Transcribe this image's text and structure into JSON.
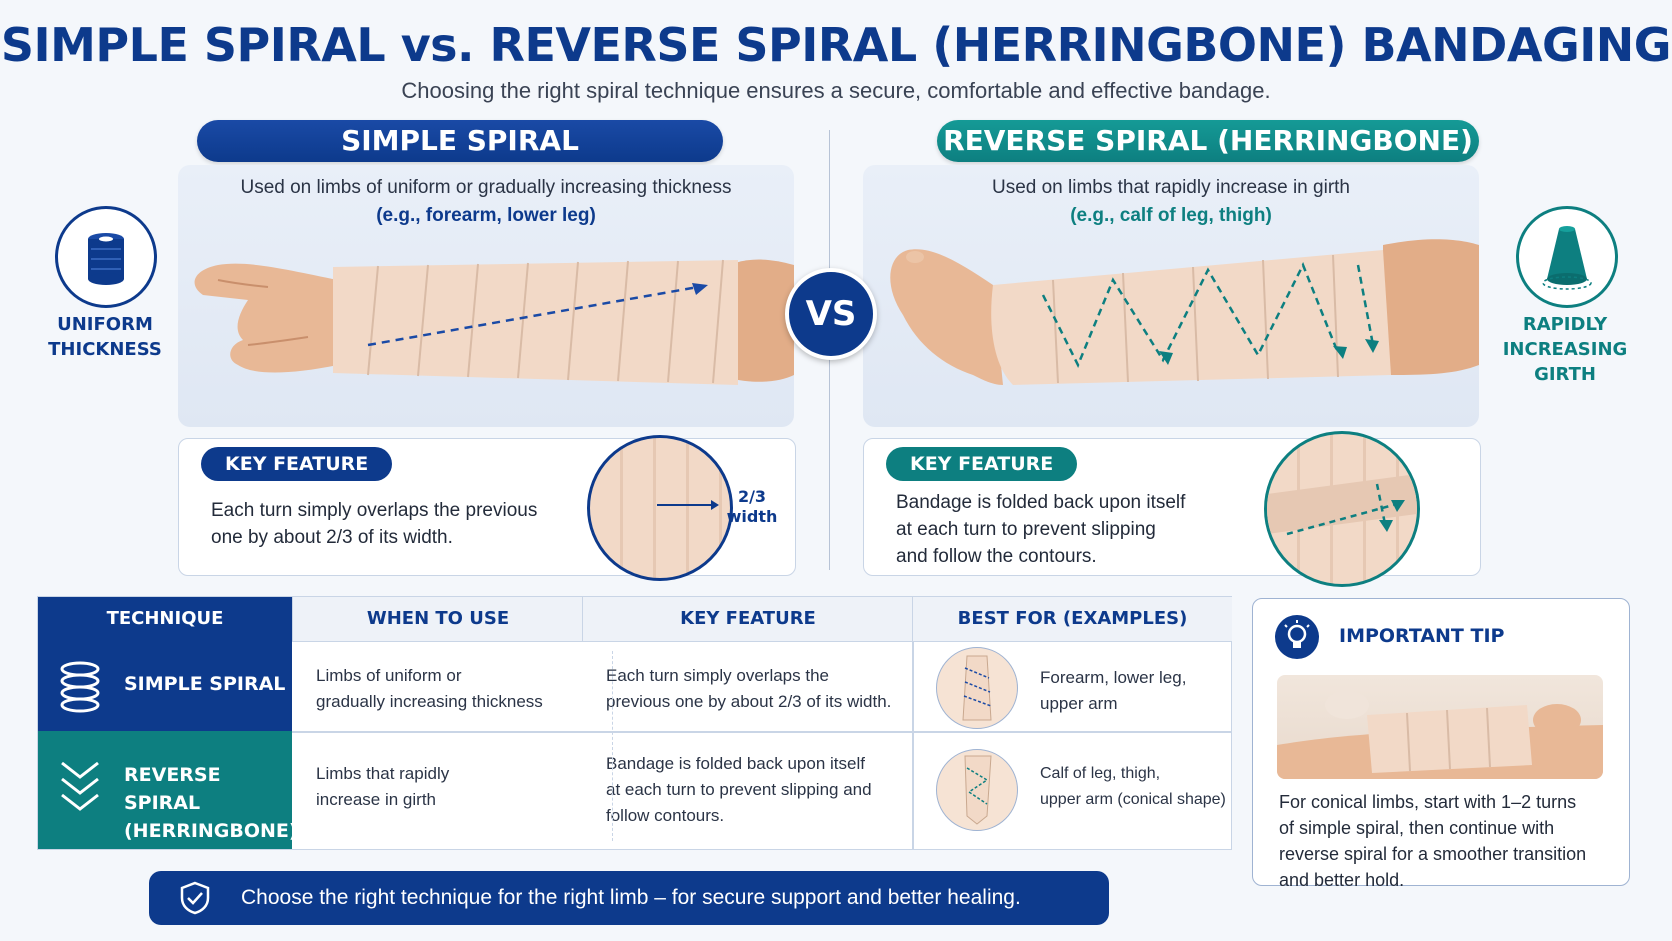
{
  "title": "SIMPLE SPIRAL vs. REVERSE SPIRAL (HERRINGBONE) BANDAGING",
  "subtitle": "Choosing the right spiral technique ensures a secure, comfortable and effective bandage.",
  "vs_label": "VS",
  "simple": {
    "heading": "SIMPLE SPIRAL",
    "usage": "Used on limbs of uniform or gradually increasing thickness",
    "examples": "(e.g., forearm, lower leg)",
    "side_label_1": "UNIFORM",
    "side_label_2": "THICKNESS",
    "feature_title": "KEY FEATURE",
    "feature_line_1": "Each turn simply overlaps the previous",
    "feature_line_2": "one by about 2/3 of its width.",
    "overlap_label_1": "2/3",
    "overlap_label_2": "width"
  },
  "reverse": {
    "heading": "REVERSE SPIRAL (HERRINGBONE)",
    "usage": "Used on limbs that rapidly increase in girth",
    "examples": "(e.g., calf of leg, thigh)",
    "side_label_1": "RAPIDLY",
    "side_label_2": "INCREASING",
    "side_label_3": "GIRTH",
    "feature_title": "KEY FEATURE",
    "feature_line_1": "Bandage is folded back upon itself",
    "feature_line_2": "at each turn to prevent slipping",
    "feature_line_3": "and follow the contours."
  },
  "table": {
    "headers": [
      "TECHNIQUE",
      "WHEN TO USE",
      "KEY FEATURE",
      "BEST FOR (EXAMPLES)"
    ],
    "rows": [
      {
        "technique_1": "SIMPLE SPIRAL",
        "technique_2": "",
        "when_1": "Limbs of uniform or",
        "when_2": "gradually increasing thickness",
        "feature_1": "Each turn simply overlaps the",
        "feature_2": "previous one by about 2/3 of its width.",
        "feature_3": "",
        "best_1": "Forearm, lower leg,",
        "best_2": "upper arm"
      },
      {
        "technique_1": "REVERSE SPIRAL",
        "technique_2": "(HERRINGBONE)",
        "when_1": "Limbs that rapidly",
        "when_2": "increase in girth",
        "feature_1": "Bandage is folded back upon itself",
        "feature_2": "at each turn to prevent slipping and",
        "feature_3": "follow contours.",
        "best_1": "Calf of leg, thigh,",
        "best_2": "upper arm (conical shape)"
      }
    ]
  },
  "tip": {
    "title": "IMPORTANT TIP",
    "line_1": "For conical limbs, start with 1–2 turns",
    "line_2": "of simple spiral, then continue with",
    "line_3": "reverse spiral for a smoother transition",
    "line_4": "and better hold."
  },
  "footer": "Choose the right technique for the right limb – for secure support and better healing.",
  "colors": {
    "navy": "#0d3a8c",
    "teal": "#0d7f80",
    "bandage": "#f2d9c7",
    "skin": "#e8b896"
  },
  "icons": [
    "bandage-roll-icon",
    "cone-icon",
    "lightbulb-icon",
    "shield-check-icon",
    "spiral-icon",
    "chevrons-down-icon"
  ]
}
